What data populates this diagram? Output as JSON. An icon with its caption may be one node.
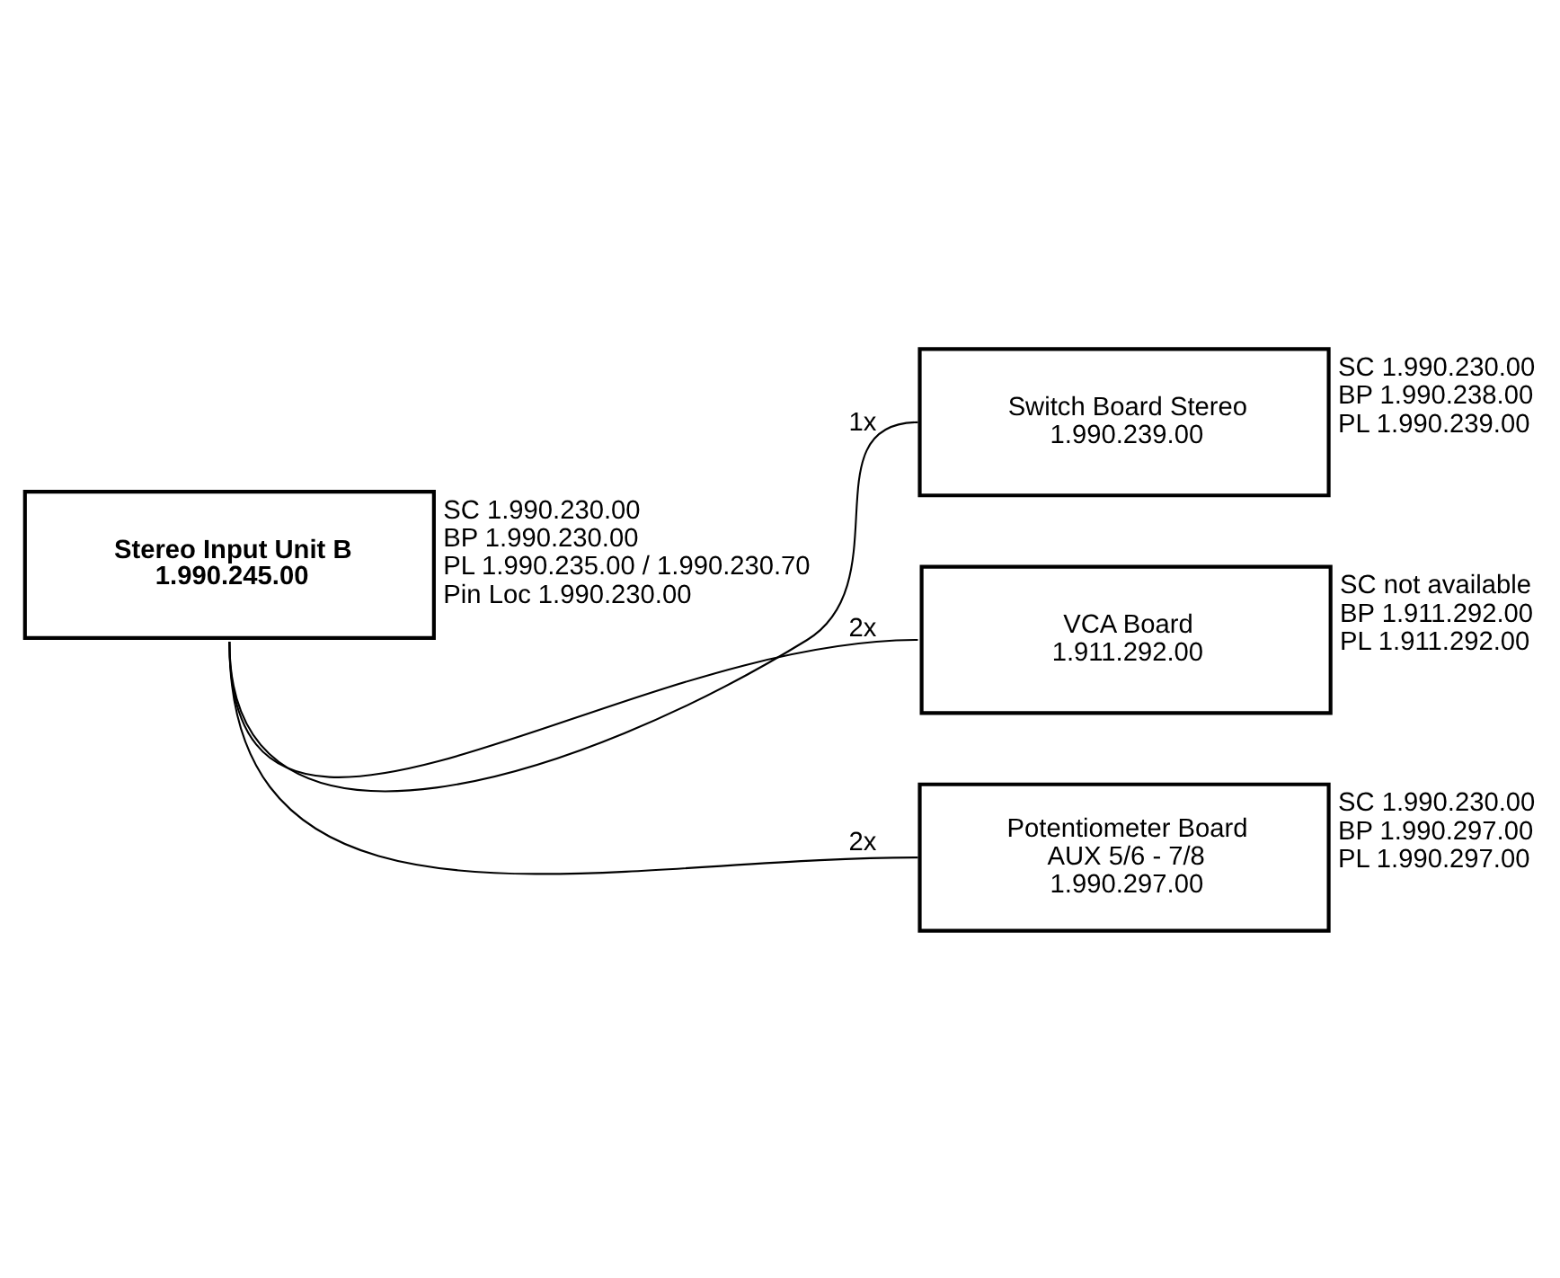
{
  "diagram": {
    "nodes": [
      {
        "text": [
          "Stereo Input Unit B",
          "1.990.245.00"
        ],
        "beside": [
          "SC 1.990.230.00",
          "BP 1.990.230.00",
          "PL 1.990.235.00 / 1.990.230.70",
          "Pin Loc 1.990.230.00"
        ]
      },
      {
        "text": [
          "Switch Board Stereo",
          "1.990.239.00"
        ],
        "beside": [
          "SC 1.990.230.00",
          "BP 1.990.238.00",
          "PL 1.990.239.00"
        ]
      },
      {
        "text": [
          "VCA Board",
          "1.911.292.00"
        ],
        "beside": [
          "SC not available",
          "BP 1.911.292.00",
          "PL 1.911.292.00"
        ]
      },
      {
        "text": [
          "Potentiometer Board",
          "AUX 5/6 - 7/8",
          "1.990.297.00"
        ],
        "beside": [
          "SC 1.990.230.00",
          "BP 1.990.297.00",
          "PL 1.990.297.00"
        ]
      }
    ],
    "edges": [
      {
        "from": 0,
        "to": 1,
        "arrow": "none",
        "label": "1x"
      },
      {
        "from": 0,
        "to": 2,
        "arrow": "none",
        "label": "2x"
      },
      {
        "from": 0,
        "to": 3,
        "arrow": "none",
        "label": "2x"
      }
    ]
  }
}
